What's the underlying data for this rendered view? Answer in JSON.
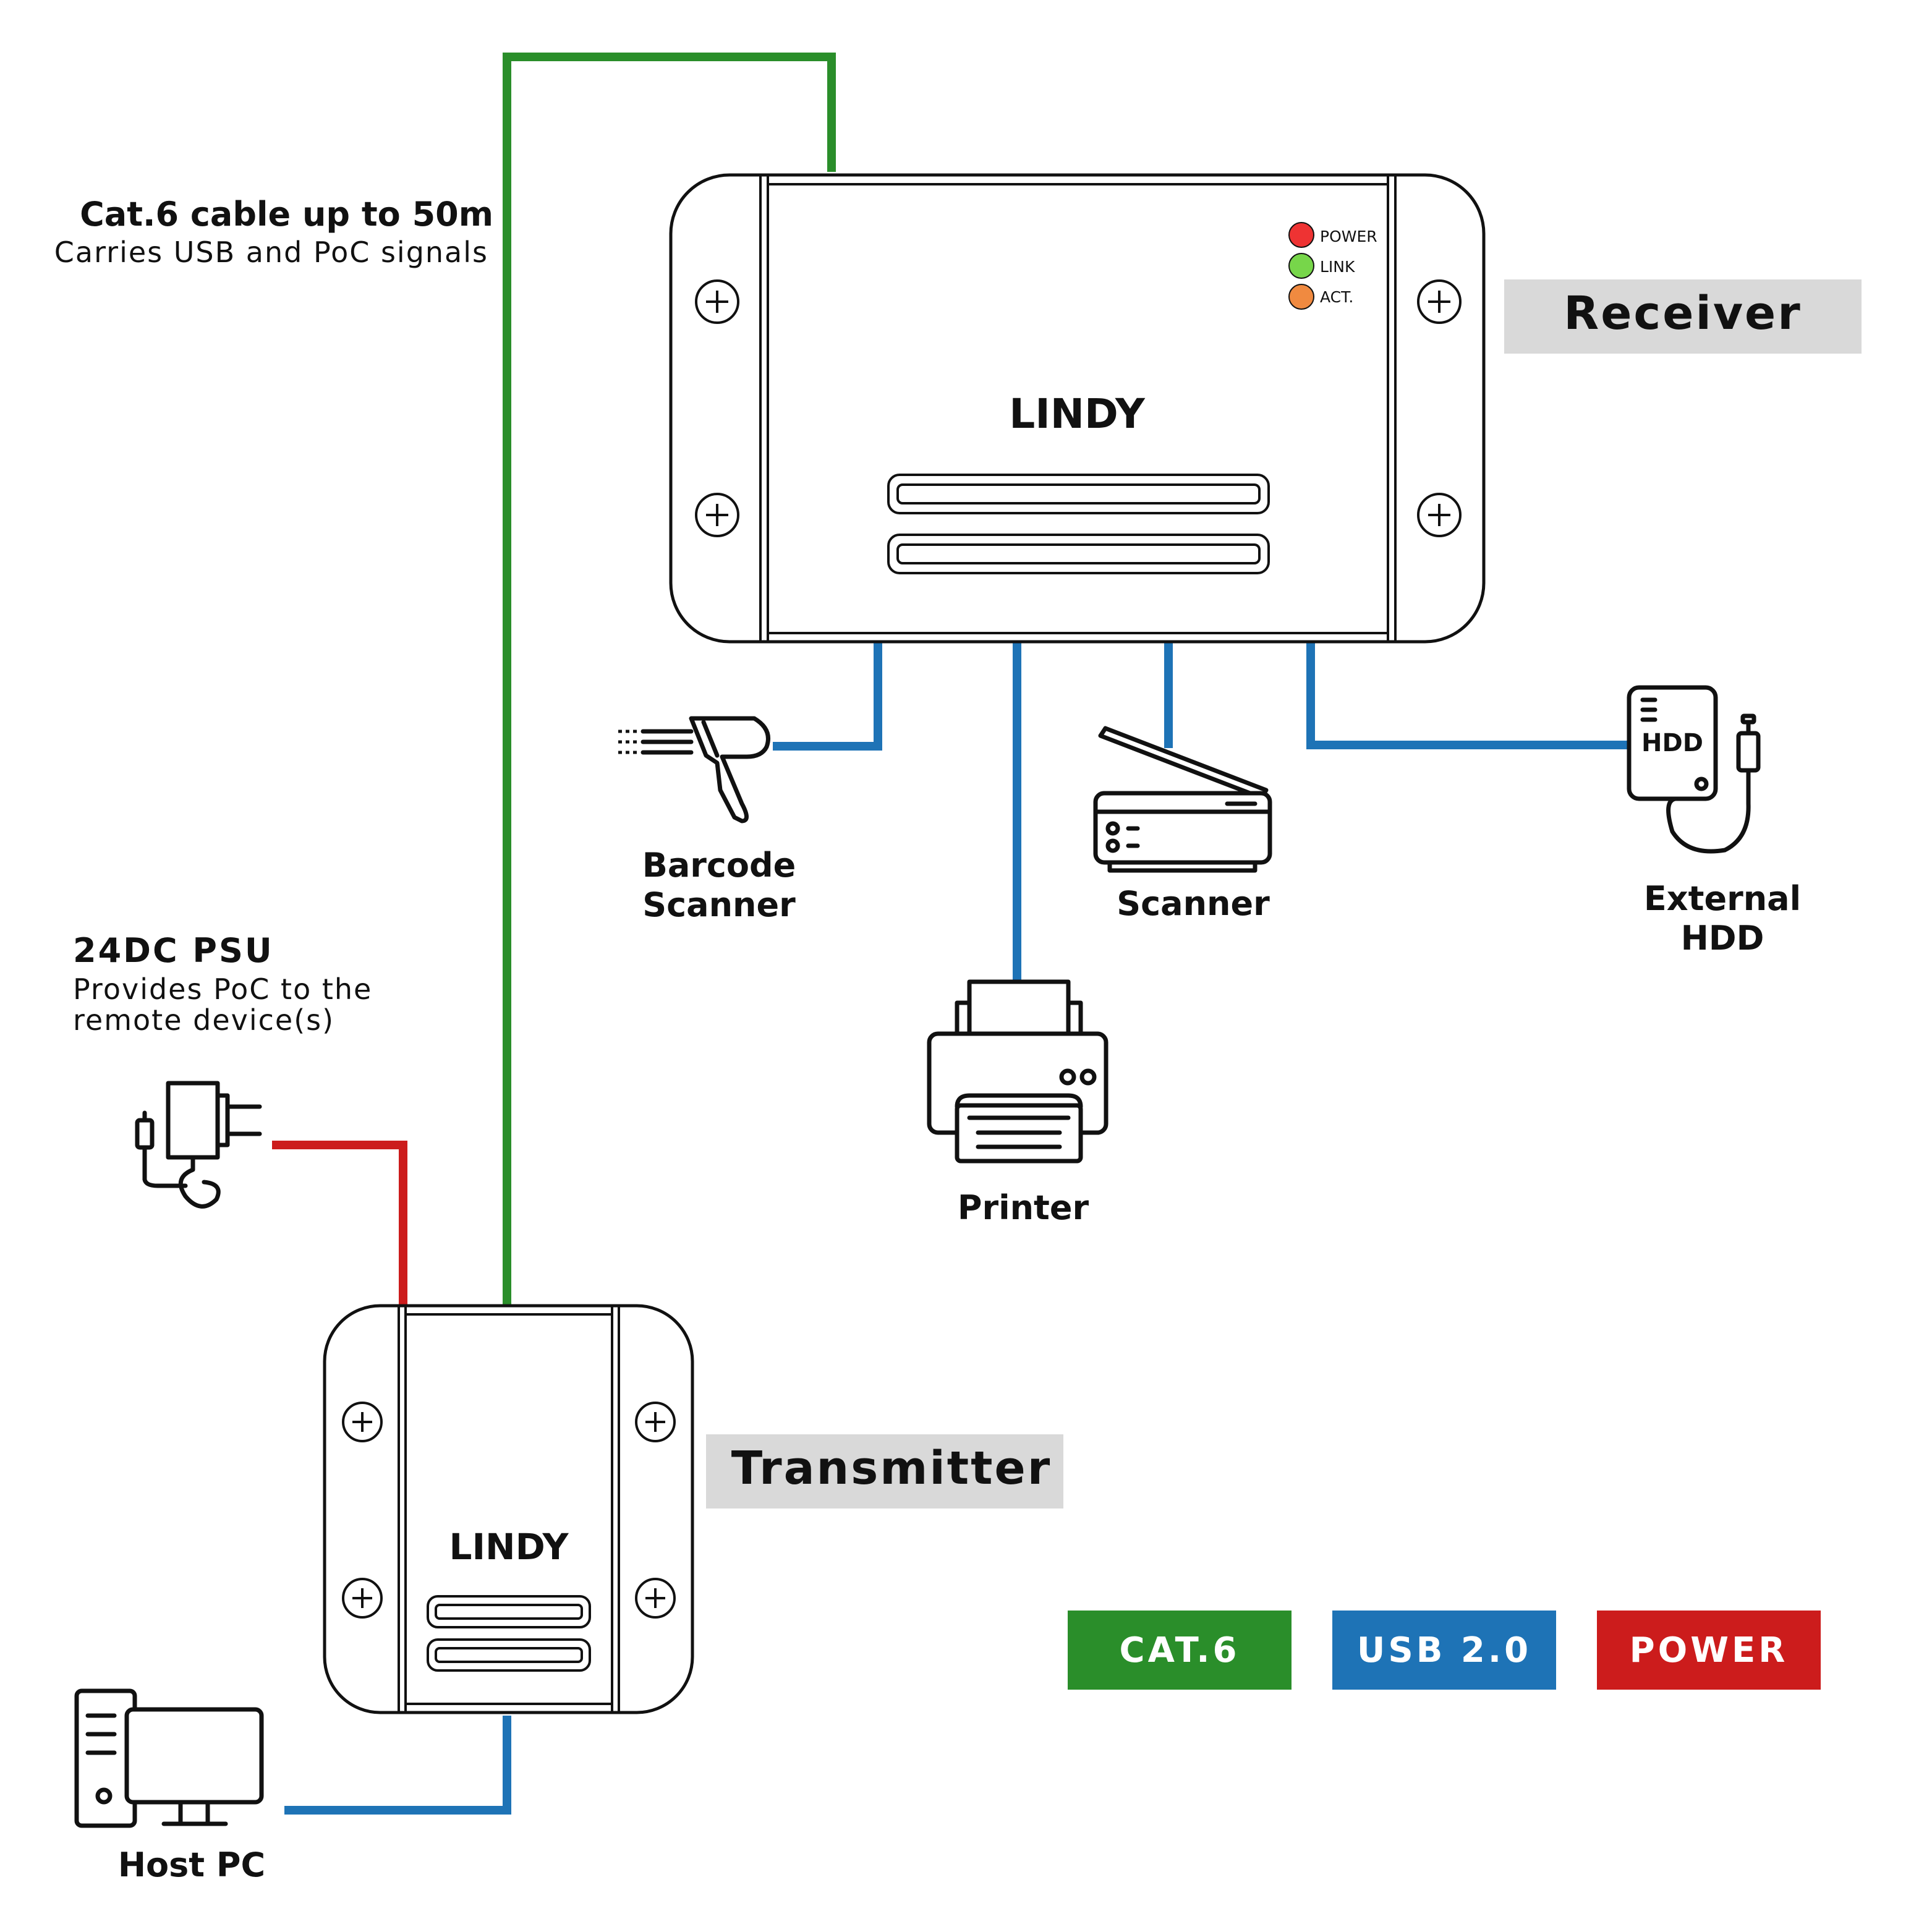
{
  "colors": {
    "cat6": "#2a8e2a",
    "usb": "#1e73b6",
    "power": "#cc1c1c",
    "led_power": "#ee3333",
    "led_link": "#77d64a",
    "led_act": "#f08a40",
    "label_box": "#d9d9d9"
  },
  "cable_note": {
    "title": "Cat.6 cable up to 50m",
    "subtitle": "Carries USB and PoC signals"
  },
  "psu_note": {
    "title": "24DC PSU",
    "line1": "Provides PoC to the",
    "line2": "remote device(s)"
  },
  "receiver": {
    "label": "Receiver",
    "logo": "LINDY",
    "leds": [
      "POWER",
      "LINK",
      "ACT."
    ]
  },
  "transmitter": {
    "label": "Transmitter",
    "logo": "LINDY"
  },
  "devices": {
    "barcode_scanner": [
      "Barcode",
      "Scanner"
    ],
    "printer": "Printer",
    "scanner": "Scanner",
    "external_hdd": [
      "External",
      "HDD"
    ],
    "hdd_badge": "HDD",
    "host_pc": "Host PC"
  },
  "legend": [
    {
      "label": "CAT.6",
      "color": "#2a8e2a"
    },
    {
      "label": "USB 2.0",
      "color": "#1e73b6"
    },
    {
      "label": "POWER",
      "color": "#cc1c1c"
    }
  ]
}
